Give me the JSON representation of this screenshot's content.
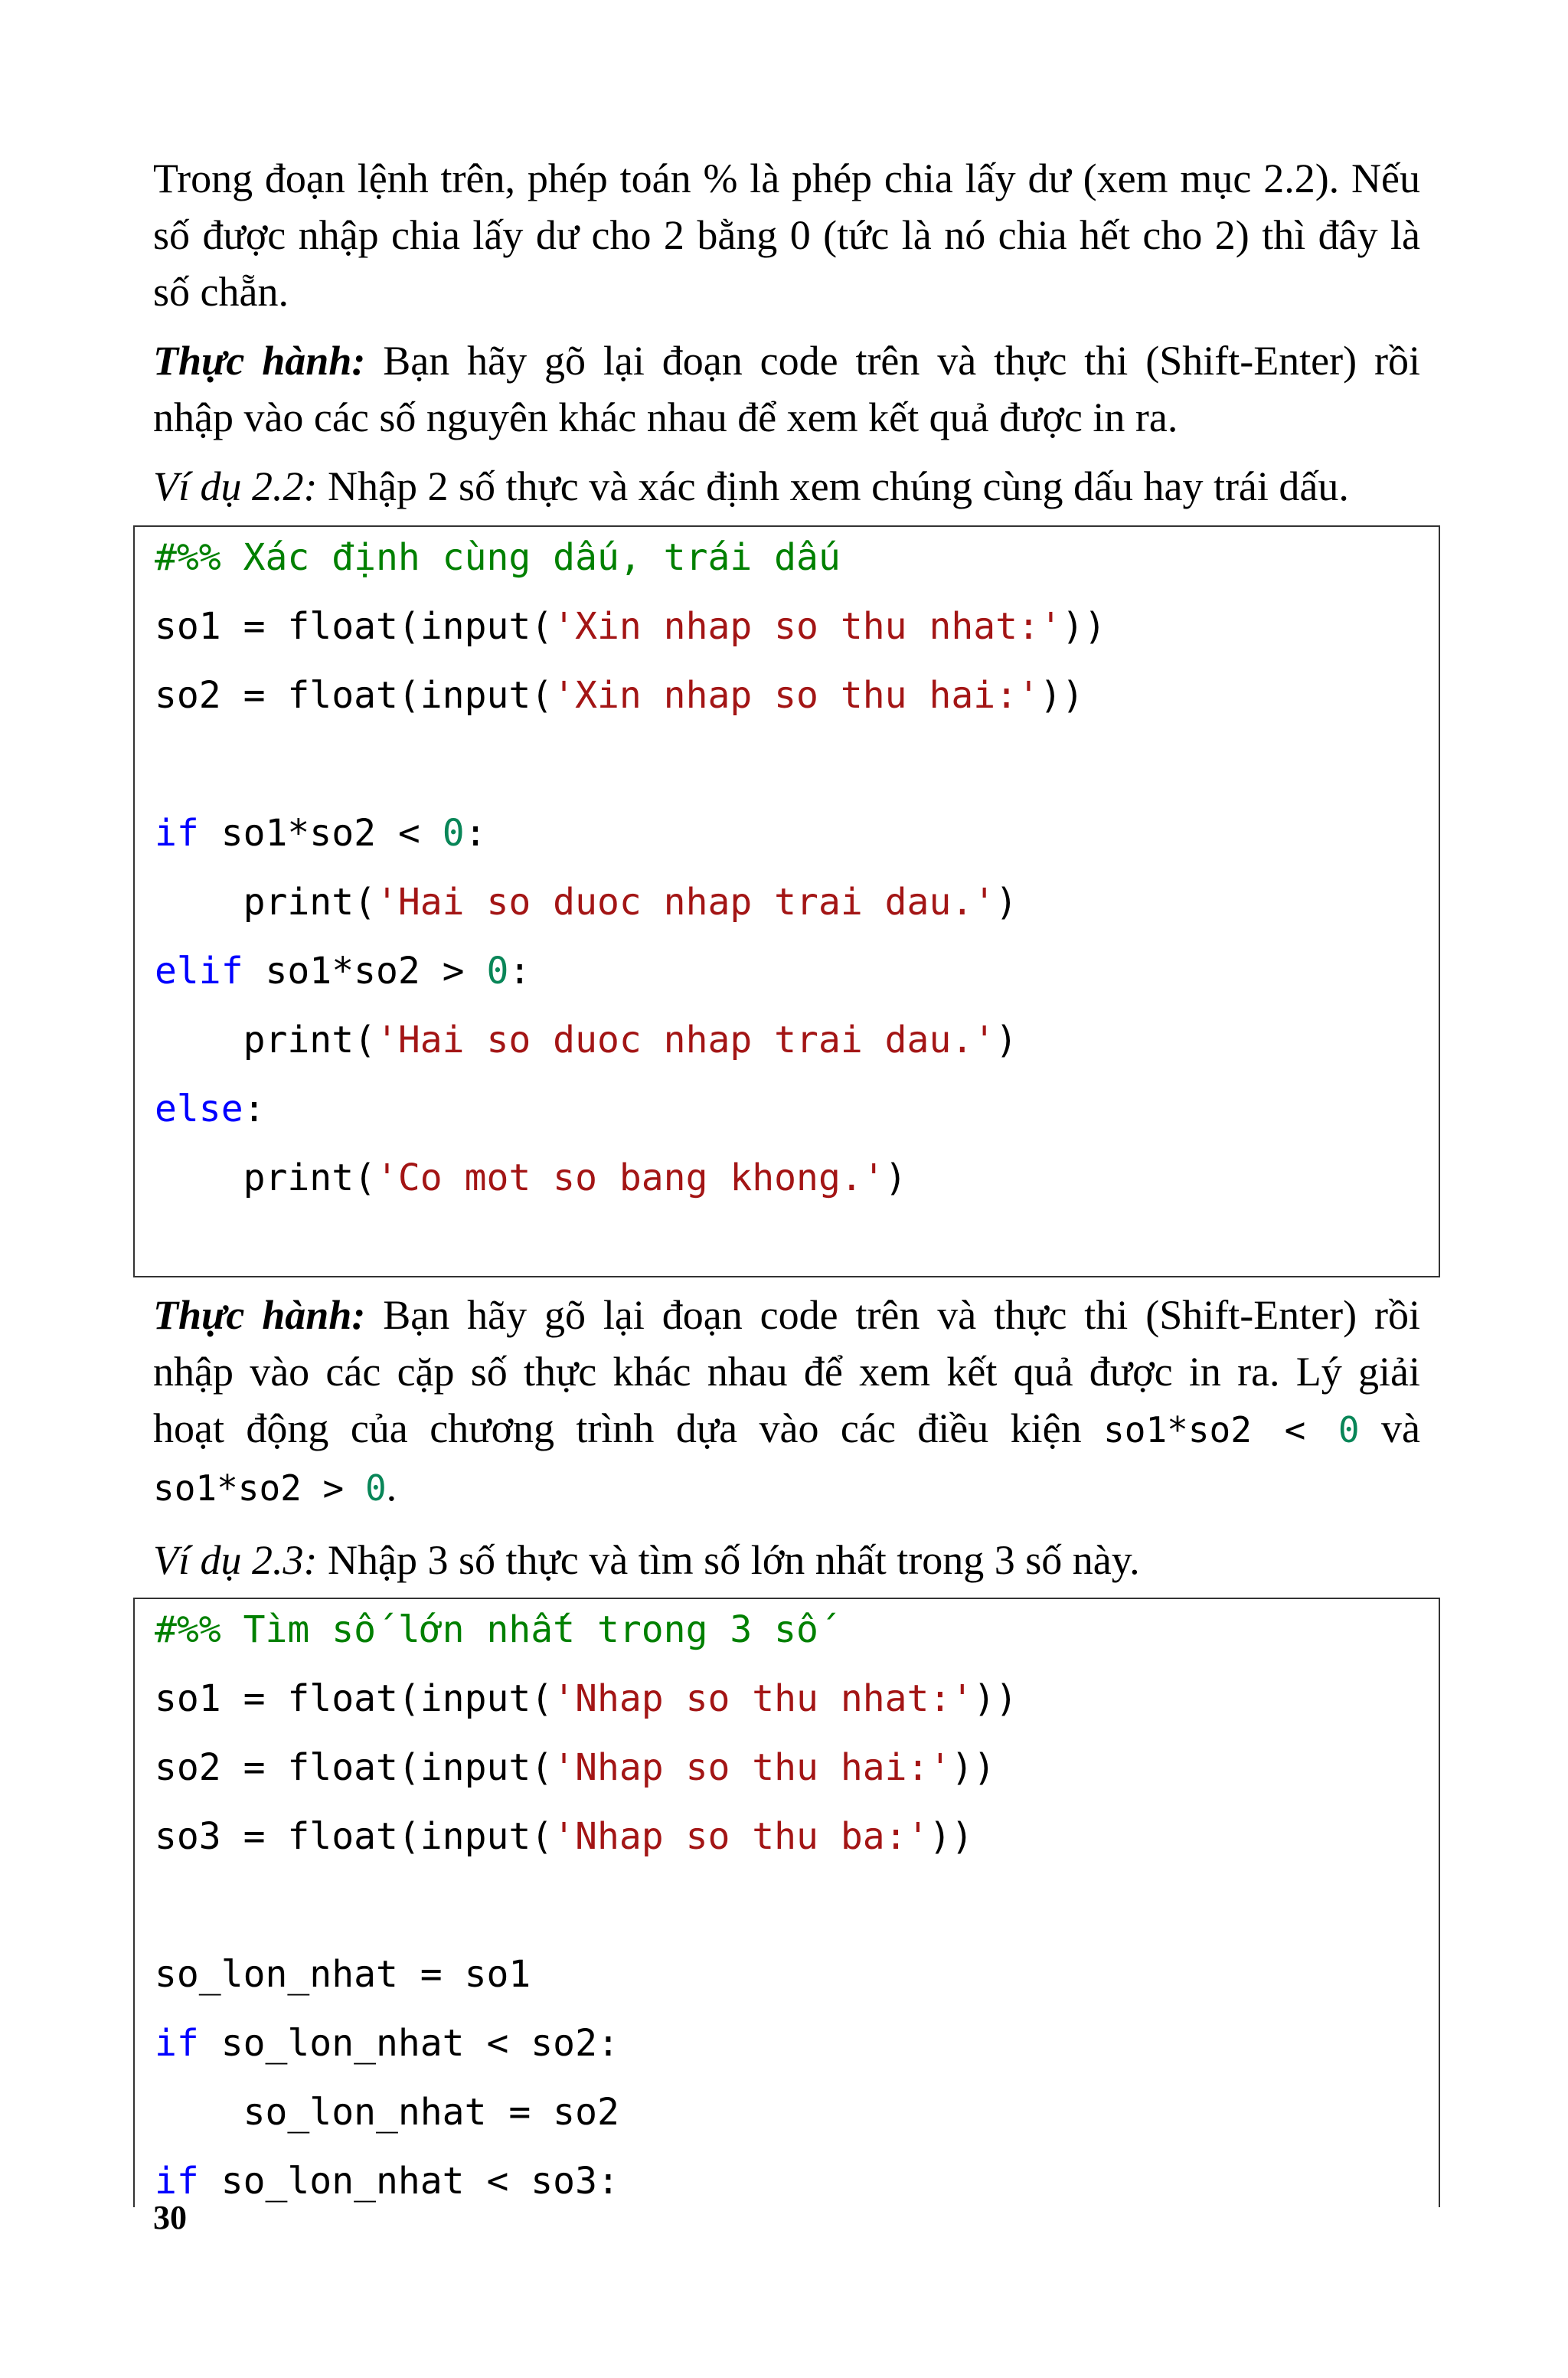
{
  "intro_paragraph": {
    "lines": [
      "Trong đoạn lệnh trên, phép toán % là phép chia lấy dư (xem mục 2.2). Nếu",
      "số được nhập chia lấy dư cho 2 bằng 0 (tức là nó chia hết cho 2) thì đây là",
      "số chẵn."
    ]
  },
  "practice_1": {
    "label": "Thực hành:",
    "line1_rest": " Bạn hãy gõ lại đoạn code trên và thực thi (Shift-Enter) rồi",
    "line2": "nhập vào các số nguyên khác nhau để xem kết quả được in ra."
  },
  "example_2_2": {
    "label": "Ví dụ 2.2:",
    "text": " Nhập 2 số thực và xác định xem chúng cùng dấu hay trái dấu."
  },
  "code_block_1": {
    "comment": "#%% Xác định cùng dấu, trái dấu",
    "line_so1_a": "so1 = float(input(",
    "line_so1_str": "'Xin nhap so thu nhat:'",
    "line_so1_b": "))",
    "line_so2_a": "so2 = float(input(",
    "line_so2_str": "'Xin nhap so thu hai:'",
    "line_so2_b": "))",
    "kw_if": "if",
    "if_cond": " so1*so2 < ",
    "zero": "0",
    "colon": ":",
    "print_a": "    print(",
    "str_trai_dau_1": "'Hai so duoc nhap trai dau.'",
    "close_paren": ")",
    "kw_elif": "elif",
    "elif_cond": " so1*so2 > ",
    "str_trai_dau_2": "'Hai so duoc nhap trai dau.'",
    "kw_else": "else",
    "str_khong": "'Co mot so bang khong.'"
  },
  "practice_2": {
    "label": "Thực hành:",
    "line1_rest": " Bạn hãy gõ lại đoạn code trên và thực thi (Shift-Enter) rồi",
    "line2": "nhập vào các cặp số thực khác nhau để xem kết quả được in ra. Lý giải",
    "line3_text": "hoạt động của chương trình dựa vào các điều kiện ",
    "line3_code_a": "so1*so2 < ",
    "line3_code_num": "0",
    "line3_end": " và",
    "line4_code_a": "so1*so2 > ",
    "line4_code_num": "0",
    "line4_end": "."
  },
  "example_2_3": {
    "label": "Ví dụ 2.3:",
    "text": " Nhập 3 số thực và tìm số lớn nhất trong 3 số này."
  },
  "code_block_2": {
    "comment": "#%% Tìm số lớn nhất trong 3 số",
    "l1_a": "so1 = float(input(",
    "l1_str": "'Nhap so thu nhat:'",
    "l1_b": "))",
    "l2_a": "so2 = float(input(",
    "l2_str": "'Nhap so thu hai:'",
    "l2_b": "))",
    "l3_a": "so3 = float(input(",
    "l3_str": "'Nhap so thu ba:'",
    "l3_b": "))",
    "l4": "so_lon_nhat = so1",
    "kw_if": "if",
    "l5_rest": " so_lon_nhat < so2:",
    "l6": "    so_lon_nhat = so2",
    "kw_if2": "if",
    "l7_rest": " so_lon_nhat < so3:"
  },
  "page_number": "30"
}
